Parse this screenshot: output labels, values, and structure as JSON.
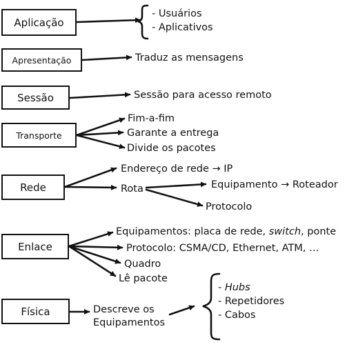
{
  "layers": {
    "aplicacao": "Aplicação",
    "apresentacao": "Apresentação",
    "sessao": "Sessão",
    "transporte": "Transporte",
    "rede": "Rede",
    "enlace": "Enlace",
    "fisica": "Física"
  },
  "aplicacao": {
    "items": [
      "- Usuários",
      "- Aplicativos"
    ]
  },
  "apresentacao": {
    "desc": "Traduz as mensagens"
  },
  "sessao": {
    "desc": "Sessão para acesso remoto"
  },
  "transporte": {
    "items": [
      "Fim-a-fim",
      "Garante a entrega",
      "Divide os pacotes"
    ]
  },
  "rede": {
    "endereco": "Endereço de rede → IP",
    "rota": "Rota",
    "equipamento": "Equipamento → Roteador",
    "protocolo": "Protocolo"
  },
  "enlace": {
    "equip_prefix": "Equipamentos: placa de rede, ",
    "equip_switch": "switch",
    "equip_suffix": ", ponte",
    "protocolo": "Protocolo: CSMA/CD, Ethernet, ATM, …",
    "quadro": "Quadro",
    "le_pacote": "Lê pacote"
  },
  "fisica": {
    "descreve_line1": "Descreve os",
    "descreve_line2": "Equipamentos",
    "hubs_prefix": "- ",
    "hubs": "Hubs",
    "repetidores": "- Repetidores",
    "cabos": "- Cabos"
  }
}
